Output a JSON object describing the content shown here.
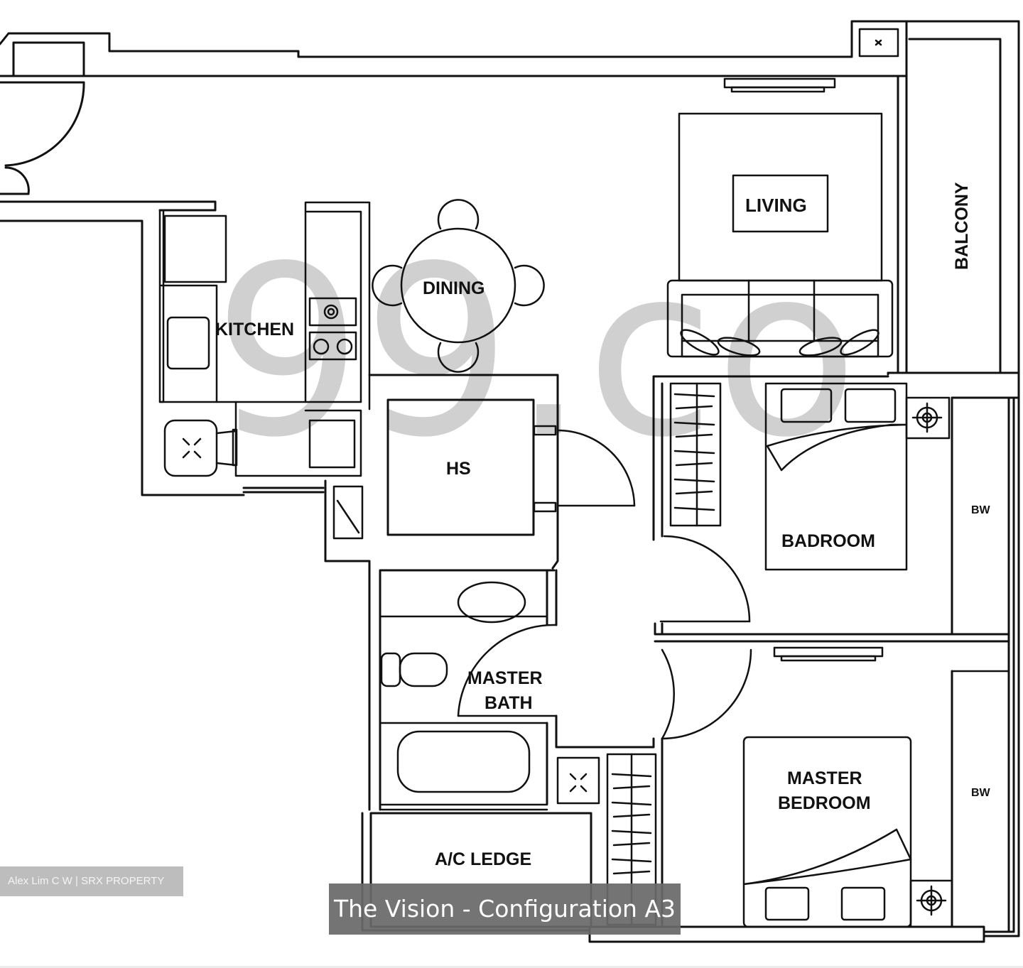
{
  "watermark": {
    "text": "99.co",
    "color": "#c8c8c8"
  },
  "rooms": {
    "living": "LIVING",
    "balcony": "BALCONY",
    "dining": "DINING",
    "kitchen": "KITCHEN",
    "hs": "HS",
    "bedroom": "BADROOM",
    "bw_upper": "BW",
    "master_bath_line1": "MASTER",
    "master_bath_line2": "BATH",
    "ac_ledge": "A/C LEDGE",
    "master_bedroom_line1": "MASTER",
    "master_bedroom_line2": "BEDROOM",
    "bw_lower": "BW"
  },
  "credit": {
    "text": "Alex Lim C W | SRX PROPERTY",
    "bg": "#bdbdbd"
  },
  "caption": {
    "text": "The Vision - Configuration A3",
    "bg": "#696969"
  },
  "colors": {
    "line": "#111111",
    "background": "#ffffff"
  }
}
